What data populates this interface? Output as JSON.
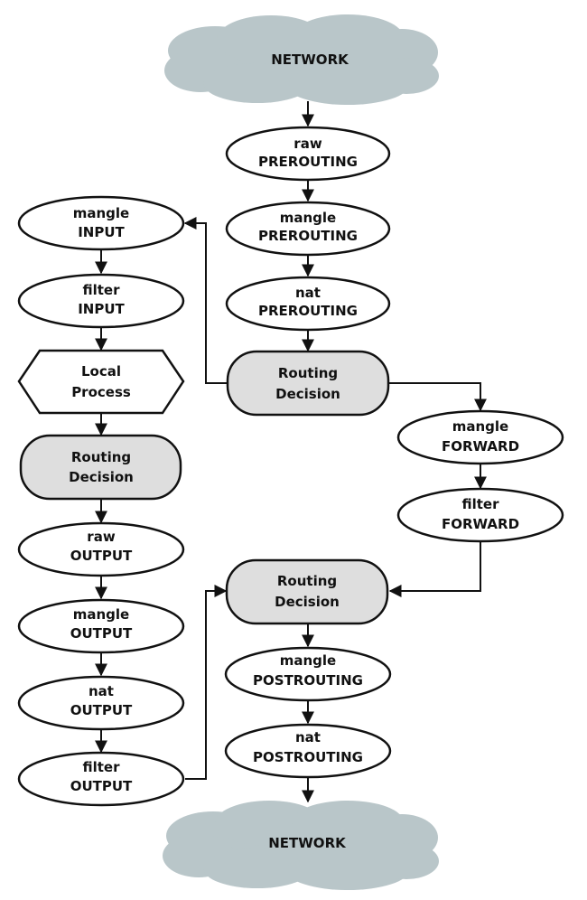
{
  "colors": {
    "cloud": "#b9c6c9",
    "decision": "#dedede",
    "node": "#ffffff",
    "line": "#111111"
  },
  "nodes": {
    "network_top": {
      "line1": "NETWORK"
    },
    "raw_prerouting": {
      "line1": "raw",
      "line2": "PREROUTING"
    },
    "mangle_prerouting": {
      "line1": "mangle",
      "line2": "PREROUTING"
    },
    "nat_prerouting": {
      "line1": "nat",
      "line2": "PREROUTING"
    },
    "routing_decision_1": {
      "line1": "Routing",
      "line2": "Decision"
    },
    "mangle_input": {
      "line1": "mangle",
      "line2": "INPUT"
    },
    "filter_input": {
      "line1": "filter",
      "line2": "INPUT"
    },
    "local_process": {
      "line1": "Local",
      "line2": "Process"
    },
    "routing_decision_2": {
      "line1": "Routing",
      "line2": "Decision"
    },
    "raw_output": {
      "line1": "raw",
      "line2": "OUTPUT"
    },
    "mangle_output": {
      "line1": "mangle",
      "line2": "OUTPUT"
    },
    "nat_output": {
      "line1": "nat",
      "line2": "OUTPUT"
    },
    "filter_output": {
      "line1": "filter",
      "line2": "OUTPUT"
    },
    "mangle_forward": {
      "line1": "mangle",
      "line2": "FORWARD"
    },
    "filter_forward": {
      "line1": "filter",
      "line2": "FORWARD"
    },
    "routing_decision_3": {
      "line1": "Routing",
      "line2": "Decision"
    },
    "mangle_postrouting": {
      "line1": "mangle",
      "line2": "POSTROUTING"
    },
    "nat_postrouting": {
      "line1": "nat",
      "line2": "POSTROUTING"
    },
    "network_bottom": {
      "line1": "NETWORK"
    }
  }
}
